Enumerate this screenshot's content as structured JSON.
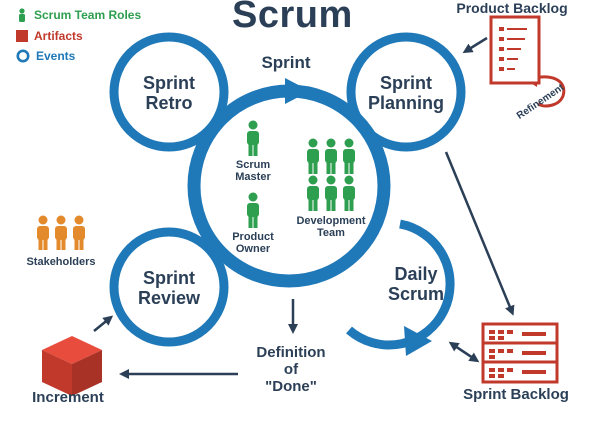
{
  "title": "Scrum",
  "legend": {
    "roles": "Scrum Team Roles",
    "artifacts": "Artifacts",
    "events": "Events"
  },
  "events": {
    "sprint": "Sprint",
    "retro": [
      "Sprint",
      "Retro"
    ],
    "planning": [
      "Sprint",
      "Planning"
    ],
    "review": [
      "Sprint",
      "Review"
    ],
    "daily": [
      "Daily",
      "Scrum"
    ]
  },
  "roles": {
    "scrum_master": [
      "Scrum",
      "Master"
    ],
    "product_owner": [
      "Product",
      "Owner"
    ],
    "development_team": [
      "Development",
      "Team"
    ],
    "stakeholders": "Stakeholders"
  },
  "artifacts": {
    "product_backlog": "Product Backlog",
    "refinement": "Refinement",
    "sprint_backlog": "Sprint Backlog",
    "increment": "Increment",
    "definition_of_done": [
      "Definition",
      "of",
      "\"Done\""
    ]
  },
  "colors": {
    "event_blue": "#1f78b8",
    "role_green": "#2e9e4f",
    "artifact_red": "#c0392b",
    "text_navy": "#2b3f57",
    "stakeholder_orange": "#e38a2c"
  }
}
